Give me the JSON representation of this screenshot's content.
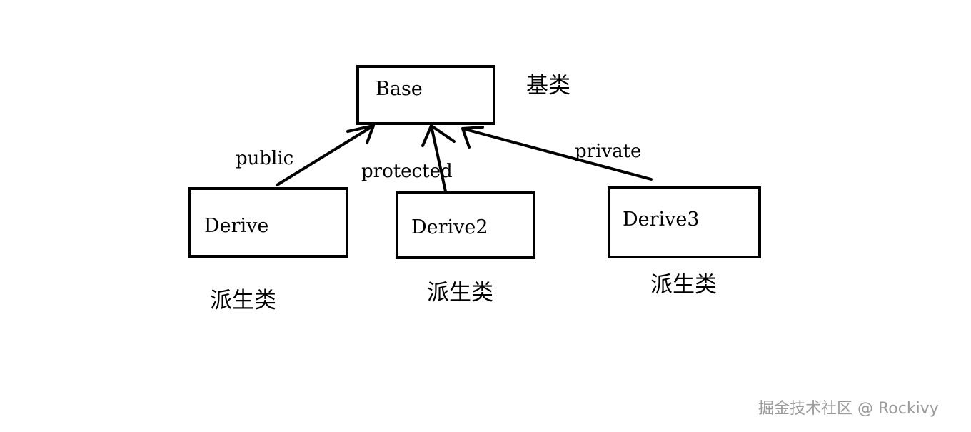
{
  "nodes": {
    "base": {
      "label": "Base",
      "caption": "基类"
    },
    "derive": {
      "label": "Derive",
      "caption": "派生类"
    },
    "derive2": {
      "label": "Derive2",
      "caption": "派生类"
    },
    "derive3": {
      "label": "Derive3",
      "caption": "派生类"
    }
  },
  "edges": {
    "public": {
      "label": "public",
      "from": "Derive",
      "to": "Base"
    },
    "protected": {
      "label": "protected",
      "from": "Derive2",
      "to": "Base"
    },
    "private": {
      "label": "private",
      "from": "Derive3",
      "to": "Base"
    }
  },
  "watermark": {
    "text": "掘金技术社区 @ Rockivy"
  },
  "colors": {
    "stroke": "#000000",
    "background": "#ffffff",
    "watermark": "#9a9a9a"
  }
}
